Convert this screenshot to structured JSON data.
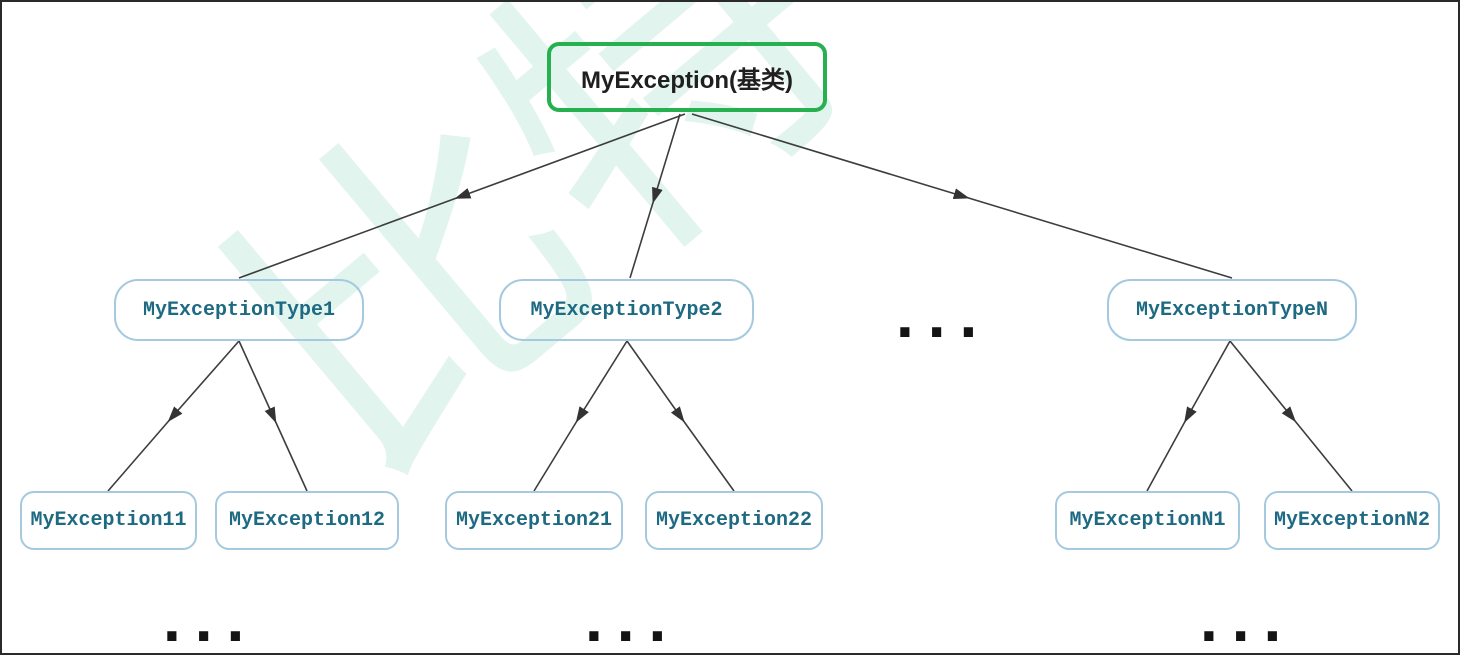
{
  "diagram": {
    "title": "MyException class hierarchy",
    "root": {
      "label": "MyException(基类)"
    },
    "level2": [
      {
        "label": "MyExceptionType1"
      },
      {
        "label": "MyExceptionType2"
      },
      {
        "label": "MyExceptionTypeN"
      }
    ],
    "level2_ellipsis": "...",
    "level3": [
      {
        "label": "MyException11"
      },
      {
        "label": "MyException12"
      },
      {
        "label": "MyException21"
      },
      {
        "label": "MyException22"
      },
      {
        "label": "MyExceptionN1"
      },
      {
        "label": "MyExceptionN2"
      }
    ],
    "bottom_ellipsis": {
      "left": "...",
      "middle": "...",
      "right": "..."
    },
    "watermark": {
      "text": "比特"
    },
    "colors": {
      "root_border": "#26b050",
      "node_border": "#a5c9de",
      "node_text": "#1e6a82",
      "root_text": "#1f1f1f",
      "edge": "#3d3d3d",
      "watermark": "#e1f4ee",
      "frame": "#2a2a2a",
      "background": "#ffffff"
    }
  }
}
